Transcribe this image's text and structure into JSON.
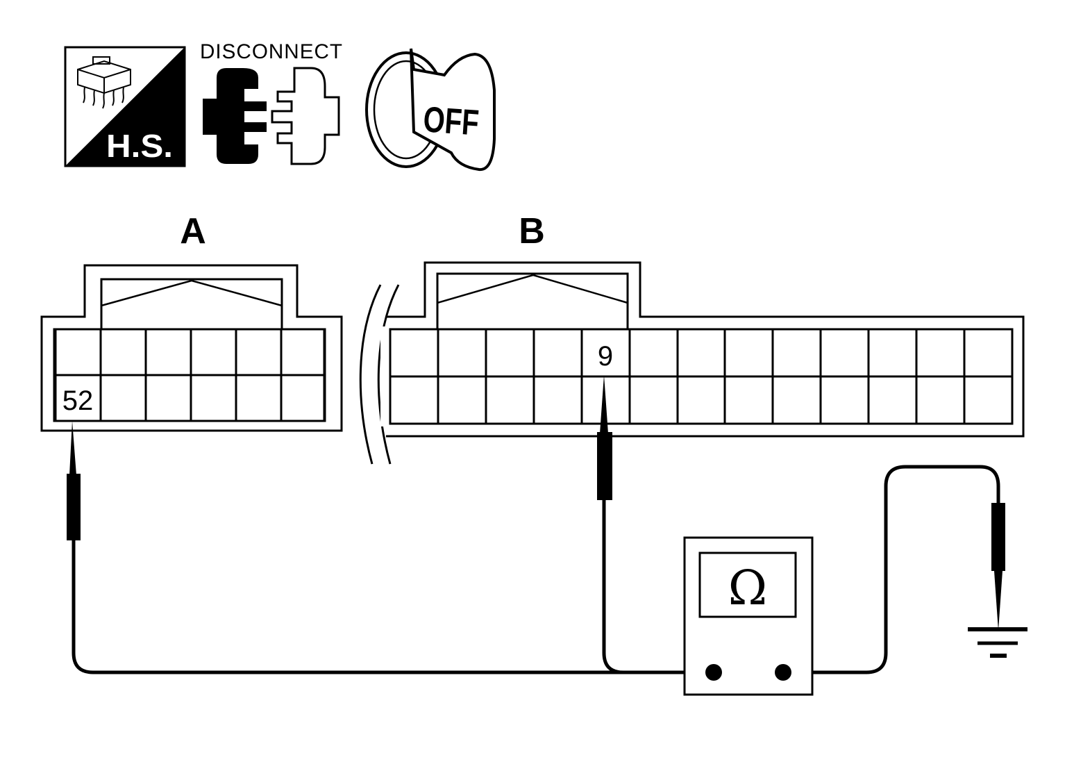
{
  "icons": {
    "harness_side": {
      "label": "H.S."
    },
    "disconnect": {
      "label": "DISCONNECT"
    },
    "ignition": {
      "label": "OFF"
    }
  },
  "connector_a": {
    "label": "A",
    "pin": "52"
  },
  "connector_b": {
    "label": "B",
    "pin": "9"
  },
  "ohmmeter": {
    "symbol": "Ω"
  }
}
